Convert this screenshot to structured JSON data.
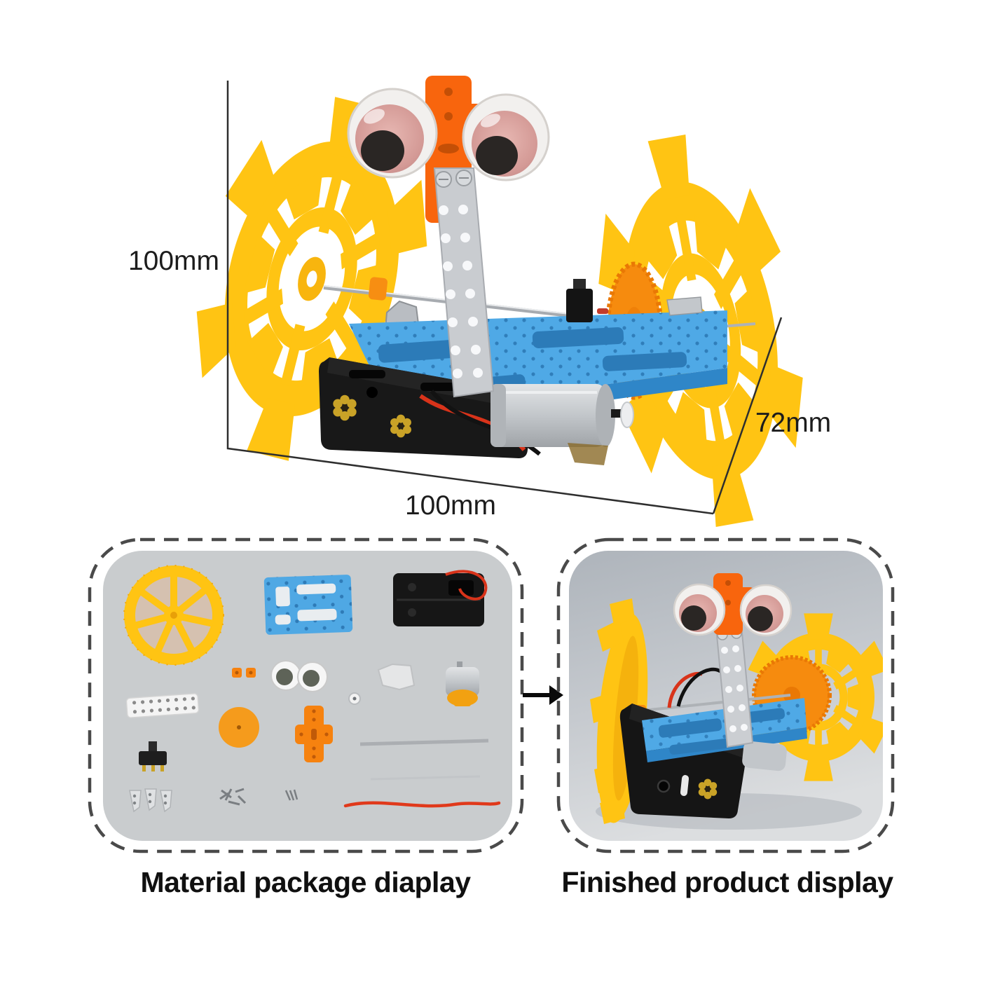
{
  "labels": {
    "height_label": "100mm",
    "width_label": "100mm",
    "depth_label": "72mm"
  },
  "panels": {
    "materials": {
      "caption": "Material package diaplay"
    },
    "finished": {
      "caption": "Finished product display"
    }
  },
  "icons": {
    "between_panels": "right-arrow"
  },
  "colors": {
    "background": "#FFFFFF",
    "wheel_yellow": "#FFC413",
    "wheel_yellow_dark": "#F2A90A",
    "accent_orange": "#F8720E",
    "gear_orange": "#F68B0E",
    "plate_blue": "#4FA9E6",
    "plate_blue_dark": "#2F86C8",
    "battery_black": "#181818",
    "metal_silver": "#C9CCD0",
    "eye_white": "#F2F0EE",
    "eye_pupil": "#2A2624",
    "panel_photo_bg": "#C9CCCE",
    "dashed_border": "#4A4A4A",
    "dimension_line": "#2E2E2E",
    "finished_bg_top": "#AEB4BB",
    "finished_bg_bottom": "#DCDEE0",
    "wire_red": "#E0391B"
  }
}
